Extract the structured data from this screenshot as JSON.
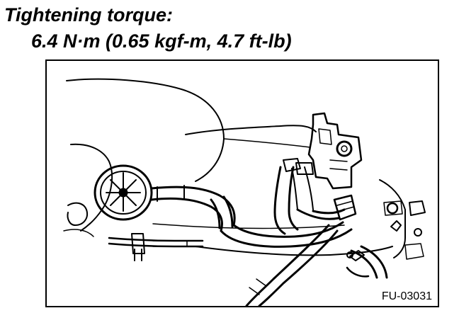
{
  "caption": {
    "title": "Tightening torque:",
    "value": "6.4 N·m (0.65 kgf-m, 4.7 ft-lb)"
  },
  "figure": {
    "id": "FU-03031"
  }
}
